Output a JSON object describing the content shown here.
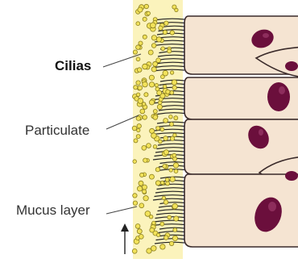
{
  "labels": {
    "cilia": "Cilias",
    "particulate": "Particulate",
    "mucus": "Mucus layer"
  },
  "colors": {
    "background": "#ffffff",
    "mucus": "#fbf3bc",
    "particle_fill": "#f2e25a",
    "particle_stroke": "#8a7e1e",
    "cell_fill": "#f5e4d2",
    "cell_stroke": "#3a2a2a",
    "nucleus": "#6b0f3c",
    "cilia": "#222222",
    "leader": "#444444"
  }
}
